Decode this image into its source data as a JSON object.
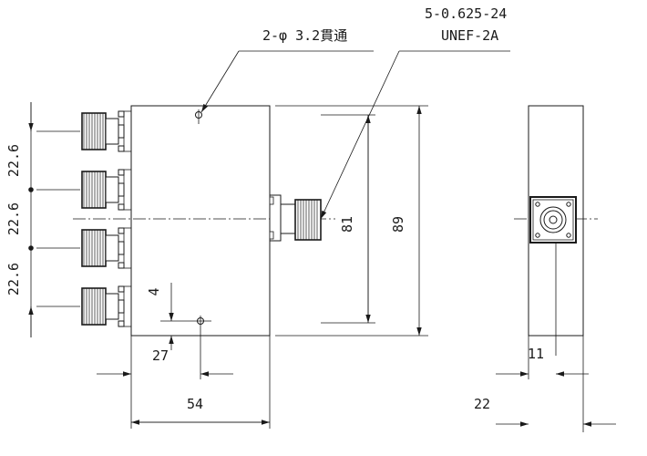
{
  "annotations": {
    "hole_note": "2-φ 3.2貫通",
    "thread_line1": "5-0.625-24",
    "thread_line2": "UNEF-2A"
  },
  "dimensions": {
    "pitch_1": "22.6",
    "pitch_2": "22.6",
    "pitch_3": "22.6",
    "inner_height": "81",
    "outer_height": "89",
    "hole_offset": "4",
    "hole_x": "27",
    "body_width": "54",
    "connector_offset": "11",
    "side_width": "22"
  }
}
